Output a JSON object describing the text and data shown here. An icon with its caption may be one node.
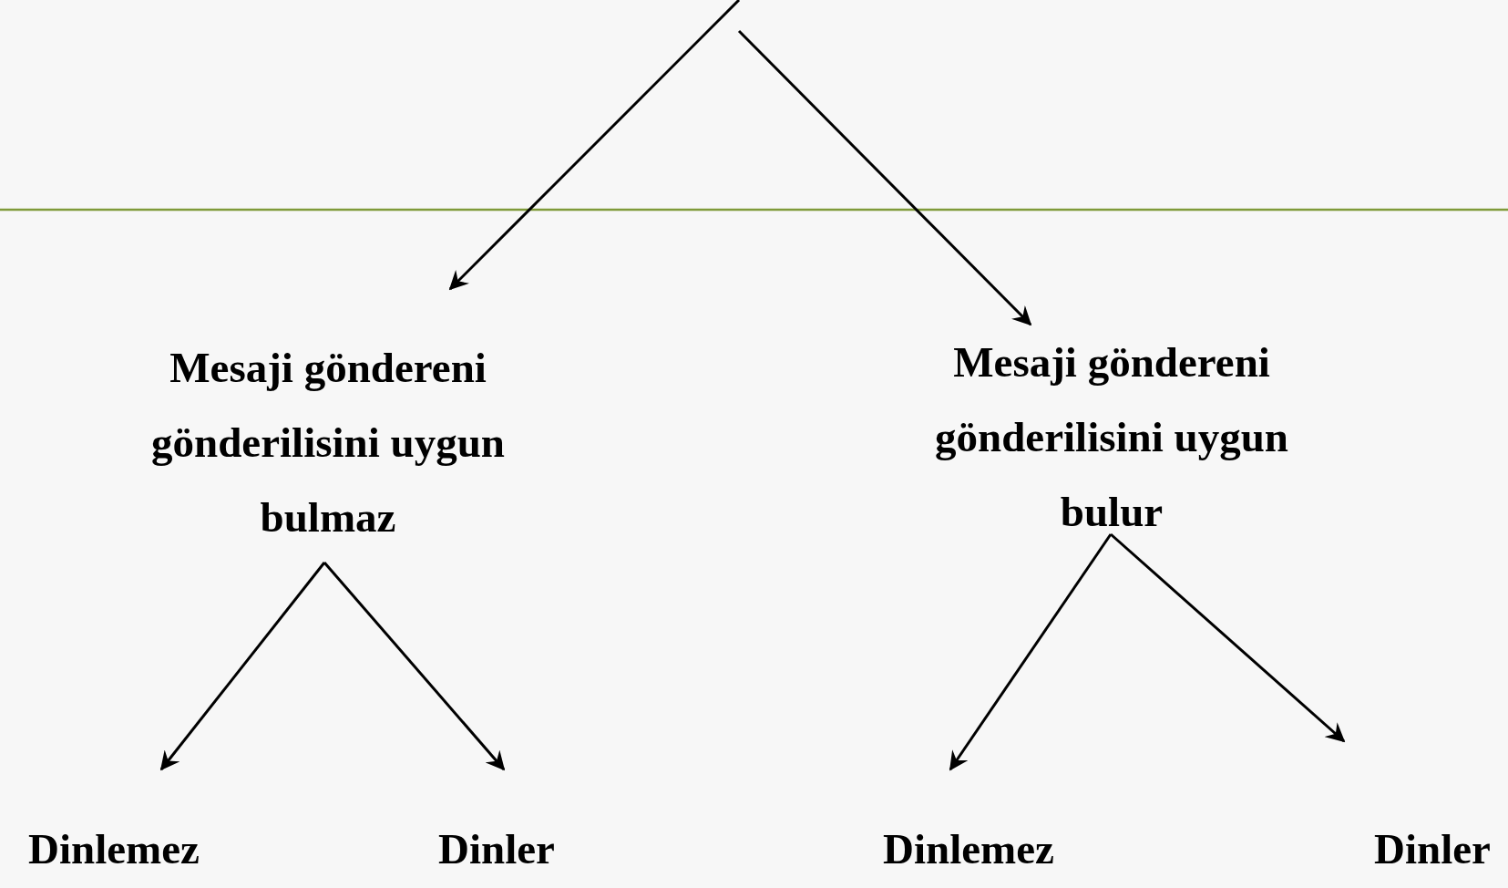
{
  "diagram": {
    "nodes": [
      {
        "text": [
          "Mesaji göndereni gönderilisini uygun bulmaz"
        ]
      },
      {
        "text": [
          "Mesaji göndereni gönderilisini uygun bulur"
        ]
      },
      {
        "text": [
          "Dinlemez"
        ]
      },
      {
        "text": [
          "Dinler"
        ]
      },
      {
        "text": [
          "Dinlemez"
        ]
      },
      {
        "text": [
          "Dinler"
        ]
      }
    ],
    "edges": [
      {
        "from": null,
        "to": 0,
        "arrow": "to"
      },
      {
        "from": null,
        "to": 1,
        "arrow": "to"
      },
      {
        "from": 0,
        "to": 2,
        "arrow": "to"
      },
      {
        "from": 0,
        "to": 3,
        "arrow": "to"
      },
      {
        "from": 1,
        "to": 4,
        "arrow": "to"
      },
      {
        "from": 1,
        "to": 5,
        "arrow": "to"
      }
    ]
  }
}
